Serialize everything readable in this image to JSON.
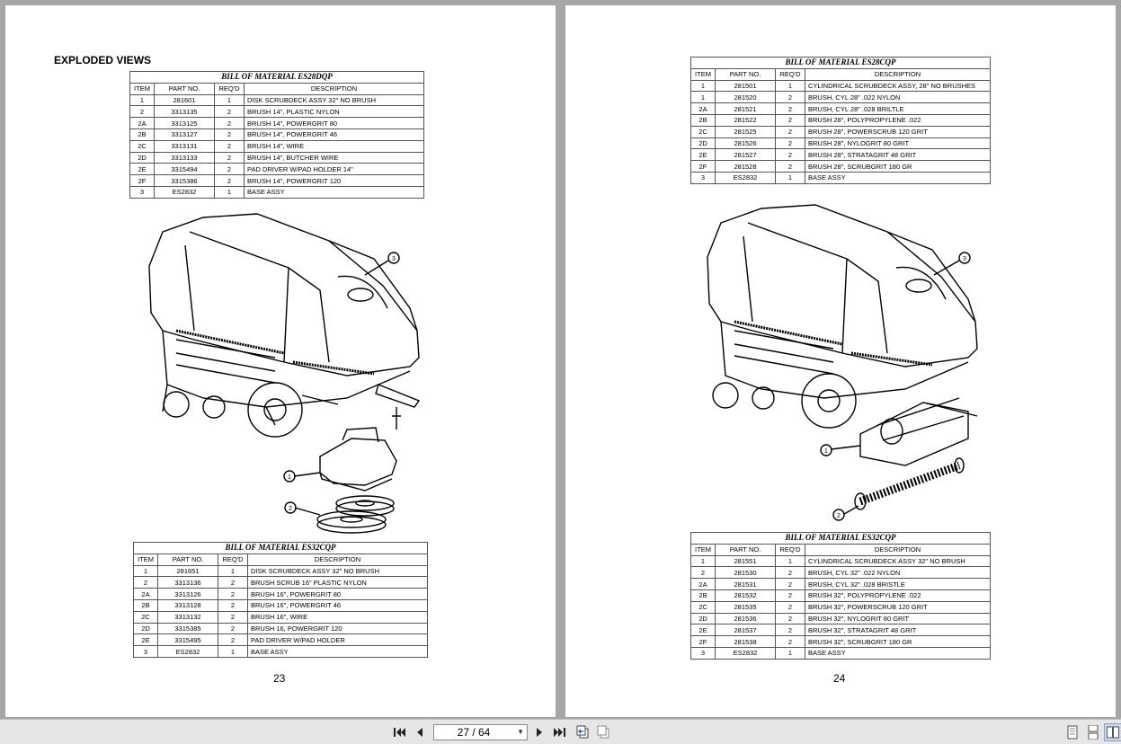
{
  "left_page": {
    "heading": "EXPLODED VIEWS",
    "page_number": "23",
    "bom_top": {
      "title": "BILL OF MATERIAL ES28DQP",
      "headers": [
        "ITEM",
        "PART NO.",
        "REQ'D",
        "DESCRIPTION"
      ],
      "rows": [
        [
          "1",
          "281601",
          "1",
          "DISK SCRUBDECK ASSY 32\" NO BRUSH"
        ],
        [
          "2",
          "3313135",
          "2",
          "BRUSH 14\", PLASTIC NYLON"
        ],
        [
          "2A",
          "3313125",
          "2",
          "BRUSH 14\", POWERGRIT 80"
        ],
        [
          "2B",
          "3313127",
          "2",
          "BRUSH 14\", POWERGRIT 46"
        ],
        [
          "2C",
          "3313131",
          "2",
          "BRUSH 14\", WIRE"
        ],
        [
          "2D",
          "3313133",
          "2",
          "BRUSH 14\", BUTCHER WIRE"
        ],
        [
          "2E",
          "3315494",
          "2",
          "PAD DRIVER W/PAD HOLDER 14\""
        ],
        [
          "2F",
          "3315386",
          "2",
          "BRUSH 14\", POWERGRIT 120"
        ],
        [
          "3",
          "ES2832",
          "1",
          "BASE ASSY"
        ]
      ]
    },
    "bom_bottom": {
      "title": "BILL OF MATERIAL ES32CQP",
      "headers": [
        "ITEM",
        "PART NO.",
        "REQ'D",
        "DESCRIPTION"
      ],
      "rows": [
        [
          "1",
          "281651",
          "1",
          "DISK SCRUBDECK ASSY 32\" NO BRUSH"
        ],
        [
          "2",
          "3313136",
          "2",
          "BRUSH SCRUB 16\" PLASTIC NYLON"
        ],
        [
          "2A",
          "3313126",
          "2",
          "BRUSH 16\", POWERGRIT 80"
        ],
        [
          "2B",
          "3313128",
          "2",
          "BRUSH 16\", POWERGRIT 46"
        ],
        [
          "2C",
          "3313132",
          "2",
          "BRUSH 16\", WIRE"
        ],
        [
          "2D",
          "3315385",
          "2",
          "BRUSH 16, POWERGRIT 120"
        ],
        [
          "2E",
          "3315495",
          "2",
          "PAD DRIVER W/PAD HOLDER"
        ],
        [
          "3",
          "ES2832",
          "1",
          "BASE ASSY"
        ]
      ]
    },
    "callouts": [
      "3",
      "1",
      "2"
    ]
  },
  "right_page": {
    "page_number": "24",
    "bom_top": {
      "title": "BILL OF MATERIAL ES28CQP",
      "headers": [
        "ITEM",
        "PART NO.",
        "REQ'D",
        "DESCRIPTION"
      ],
      "rows": [
        [
          "1",
          "281501",
          "1",
          "CYLINDRICAL SCRUBDECK ASSY, 28\" NO BRUSHES"
        ],
        [
          "1",
          "281520",
          "2",
          "BRUSH, CYL 28\" .022 NYLON"
        ],
        [
          "2A",
          "281521",
          "2",
          "BRUSH, CYL 28\" .028 BRILTLE"
        ],
        [
          "2B",
          "281522",
          "2",
          "BRUSH 28\", POLYPROPYLENE .022"
        ],
        [
          "2C",
          "281525",
          "2",
          "BRUSH 28\", POWERSCRUB 120 GRIT"
        ],
        [
          "2D",
          "281526",
          "2",
          "BRUSH 28\", NYLOGRIT 80 GRIT"
        ],
        [
          "2E",
          "281527",
          "2",
          "BRUSH 28\", STRATAGRIT 48 GRIT"
        ],
        [
          "2F",
          "281528",
          "2",
          "BRUSH 28\", SCRUBGRIT 180 GR"
        ],
        [
          "3",
          "ES2832",
          "1",
          "BASE ASSY"
        ]
      ]
    },
    "bom_bottom": {
      "title": "BILL OF MATERIAL ES32CQP",
      "headers": [
        "ITEM",
        "PART NO.",
        "REQ'D",
        "DESCRIPTION"
      ],
      "rows": [
        [
          "1",
          "281551",
          "1",
          "CYLINDRICAL SCRUBDECK ASSY 32\" NO BRUSH"
        ],
        [
          "2",
          "281530",
          "2",
          "BRUSH, CYL 32\" .022 NYLON"
        ],
        [
          "2A",
          "281531",
          "2",
          "BRUSH, CYL 32\" .028 BRISTLE"
        ],
        [
          "2B",
          "281532",
          "2",
          "BRUSH 32\", POLYPROPYLENE .022"
        ],
        [
          "2C",
          "281535",
          "2",
          "BRUSH 32\", POWERSCRUB 120 GRIT"
        ],
        [
          "2D",
          "281536",
          "2",
          "BRUSH 32\", NYLOGRIT 80 GRIT"
        ],
        [
          "2E",
          "281537",
          "2",
          "BRUSH 32\", STRATAGRIT 48 GRIT"
        ],
        [
          "2F",
          "281538",
          "2",
          "BRUSH 32\", SCRUBGRIT 180 GR"
        ],
        [
          "3",
          "ES2832",
          "1",
          "BASE ASSY"
        ]
      ]
    },
    "callouts": [
      "3",
      "1",
      "2"
    ]
  },
  "toolbar": {
    "page_indicator": "27 / 64",
    "icons": [
      "first-page-icon",
      "previous-page-icon",
      "next-page-icon",
      "last-page-icon",
      "go-back-view-icon",
      "go-forward-view-icon",
      "single-page-view-icon",
      "continuous-view-icon",
      "facing-pages-view-icon"
    ]
  }
}
